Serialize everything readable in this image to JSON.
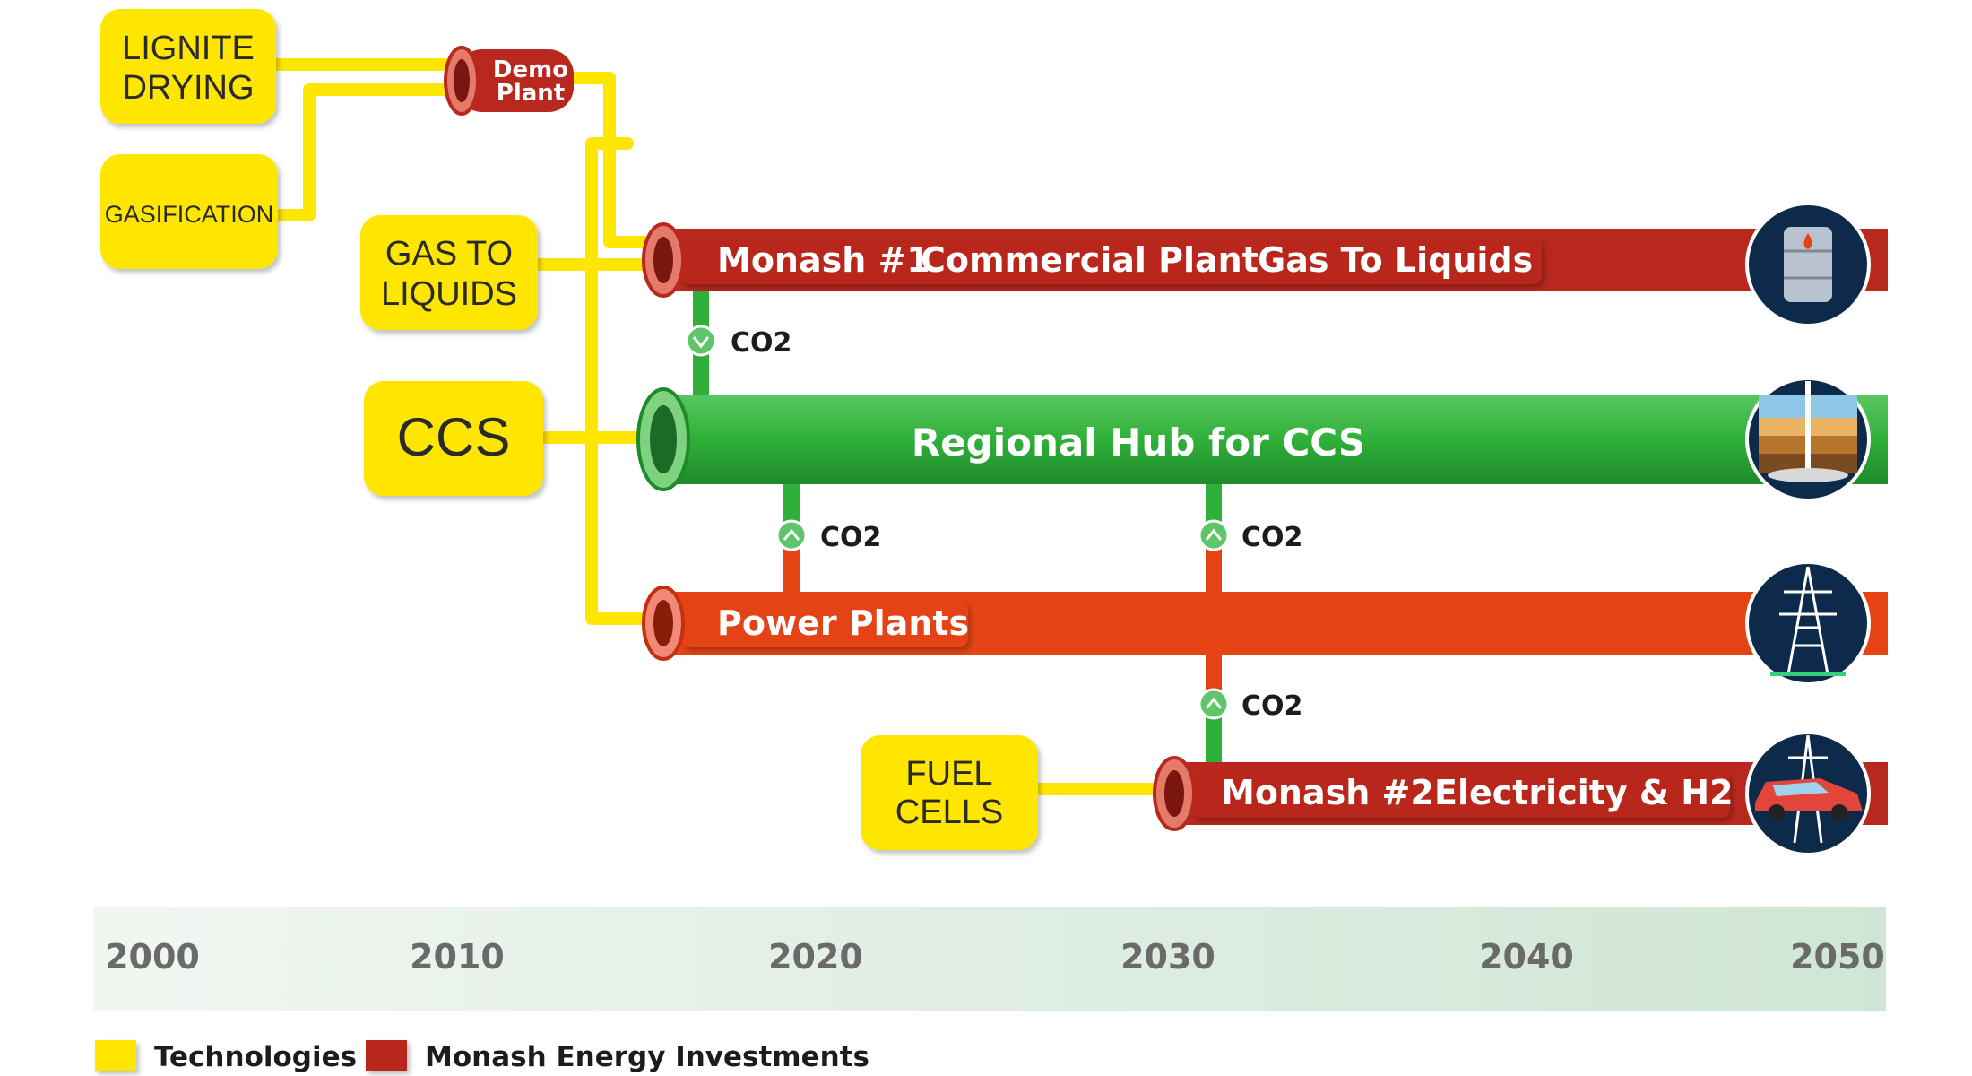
{
  "technologies": {
    "lignite_drying": [
      "LIGNITE",
      "DRYING"
    ],
    "gasification": "GASIFICATION",
    "gas_to_liquids": [
      "GAS TO",
      "LIQUIDS"
    ],
    "ccs": "CCS",
    "fuel_cells": [
      "FUEL",
      "CELLS"
    ]
  },
  "demo_plant": [
    "Demo",
    "Plant"
  ],
  "bands": {
    "monash1": {
      "label_a": "Monash #1",
      "label_b": "Commercial Plant",
      "label_c": "Gas To Liquids",
      "color": "#b8281e"
    },
    "regional_hub": {
      "label": "Regional Hub for CCS",
      "color": "#2fb03a"
    },
    "power_plants": {
      "label": "Power Plants",
      "color": "#e54314"
    },
    "monash2": {
      "label_a": "Monash #2",
      "label_b": "Electricity & H2",
      "color": "#b8281e"
    }
  },
  "co2_label": "CO2",
  "timeline": {
    "years": [
      "2000",
      "2010",
      "2020",
      "2030",
      "2040",
      "2050"
    ]
  },
  "legend": {
    "technologies": {
      "label": "Technologies",
      "color": "#ffe600"
    },
    "investments": {
      "label": "Monash Energy Investments",
      "color": "#b8281e"
    }
  },
  "icons": [
    "fuel-barrel-icon",
    "geological-storage-icon",
    "power-pylon-icon",
    "electric-car-icon"
  ]
}
